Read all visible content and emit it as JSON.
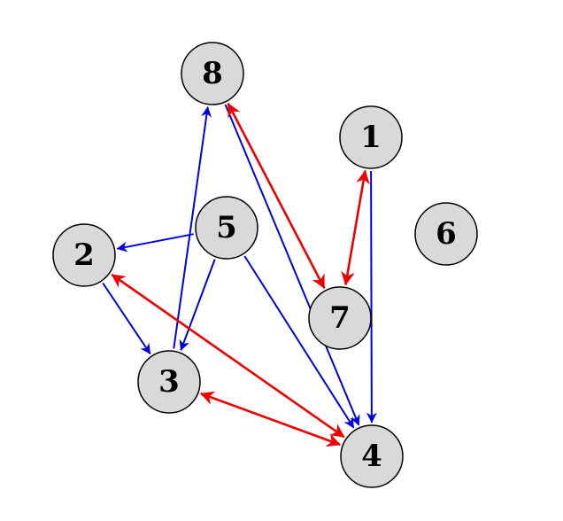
{
  "graph": {
    "colors": {
      "node_fill": "#d9d9d9",
      "node_stroke": "#000000",
      "directed_edge": "#0000dd",
      "bidirectional_edge": "#ee0000",
      "label": "#000000"
    },
    "nodes": [
      {
        "id": "1",
        "label": "1"
      },
      {
        "id": "2",
        "label": "2"
      },
      {
        "id": "3",
        "label": "3"
      },
      {
        "id": "4",
        "label": "4"
      },
      {
        "id": "5",
        "label": "5"
      },
      {
        "id": "6",
        "label": "6"
      },
      {
        "id": "7",
        "label": "7"
      },
      {
        "id": "8",
        "label": "8"
      }
    ],
    "edges": [
      {
        "from": "5",
        "to": "2",
        "kind": "directed"
      },
      {
        "from": "5",
        "to": "3",
        "kind": "directed"
      },
      {
        "from": "5",
        "to": "4",
        "kind": "directed"
      },
      {
        "from": "2",
        "to": "3",
        "kind": "directed"
      },
      {
        "from": "3",
        "to": "8",
        "kind": "directed"
      },
      {
        "from": "8",
        "to": "4",
        "kind": "directed"
      },
      {
        "from": "1",
        "to": "4",
        "kind": "directed"
      },
      {
        "from": "8",
        "to": "7",
        "kind": "bidirectional"
      },
      {
        "from": "1",
        "to": "7",
        "kind": "bidirectional"
      },
      {
        "from": "2",
        "to": "4",
        "kind": "bidirectional"
      },
      {
        "from": "3",
        "to": "4",
        "kind": "bidirectional"
      }
    ]
  }
}
